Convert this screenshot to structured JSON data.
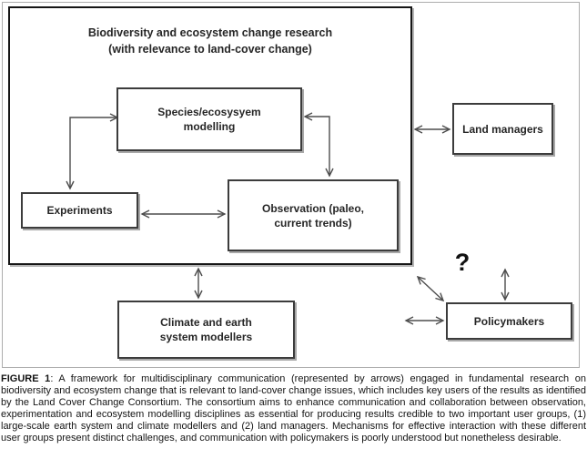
{
  "figure": {
    "diagram": {
      "outer_box": {
        "title_line1": "Biodiversity and ecosystem change research",
        "title_line2": "(with relevance to land-cover change)"
      },
      "boxes": {
        "species_modelling": {
          "line1": "Species/ecosysyem",
          "line2": "modelling"
        },
        "experiments": {
          "label": "Experiments"
        },
        "observation": {
          "line1": "Observation (paleo,",
          "line2": "current trends)"
        },
        "land_managers": {
          "label": "Land managers"
        },
        "climate_modellers": {
          "line1": "Climate and earth",
          "line2": "system modellers"
        },
        "policymakers": {
          "label": "Policymakers"
        }
      },
      "question_mark": "?",
      "colors": {
        "arrow": "#4d4d4d",
        "inner_box_border": "#3c3c3c",
        "outer_box_border": "#161616",
        "frame_border": "#adadad",
        "text": "#262626"
      }
    },
    "caption": {
      "label": "FIGURE 1",
      "text": ": A framework for multidisciplinary communication (represented by arrows) engaged in fundamental research on biodiversity and ecosystem change that is relevant to land-cover change issues, which includes key users of the results as identified by the Land Cover Change Consortium. The consortium aims to enhance communication and collaboration between observation, experimentation and ecosystem modelling disciplines as essential for producing results credible to two important user groups, (1) large-scale earth system and climate modellers and (2) land managers. Mechanisms for effective interaction with these different user groups present distinct challenges, and communication with policymakers is poorly understood but nonetheless desirable."
    }
  }
}
